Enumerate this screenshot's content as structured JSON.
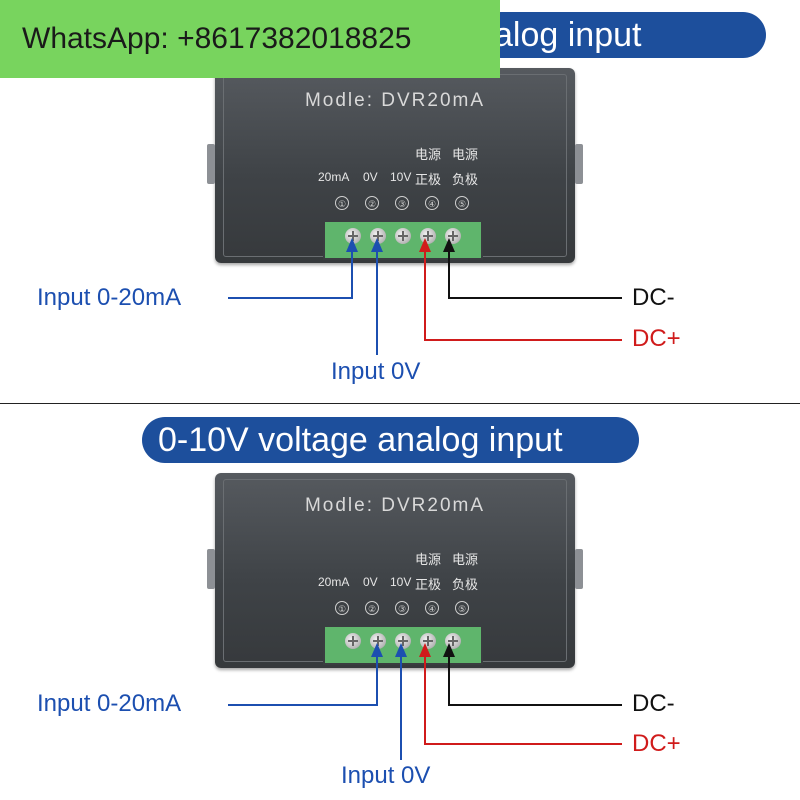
{
  "watermark": {
    "text": "WhatsApp: +8617382018825"
  },
  "panels": [
    {
      "banner": "alog input",
      "model": "Modle: DVR20mA",
      "cn_top": [
        "电源",
        "电源"
      ],
      "cn_bottom": [
        "正极",
        "负极"
      ],
      "terminals": [
        "20mA",
        "0V",
        "10V"
      ],
      "circles": [
        "①",
        "②",
        "③",
        "④",
        "⑤"
      ],
      "labels": {
        "input_ma": "Input 0-20mA",
        "input_0v": "Input 0V",
        "dc_minus": "DC-",
        "dc_plus": "DC+"
      }
    },
    {
      "banner": "0-10V voltage analog input",
      "model": "Modle: DVR20mA",
      "cn_top": [
        "电源",
        "电源"
      ],
      "cn_bottom": [
        "正极",
        "负极"
      ],
      "terminals": [
        "20mA",
        "0V",
        "10V"
      ],
      "circles": [
        "①",
        "②",
        "③",
        "④",
        "⑤"
      ],
      "labels": {
        "input_ma": "Input 0-20mA",
        "input_0v": "Input 0V",
        "dc_minus": "DC-",
        "dc_plus": "DC+"
      }
    }
  ],
  "colors": {
    "banner": "#1d4f9c",
    "blue_wire": "#1c4fb0",
    "red_wire": "#d01b1b",
    "black_wire": "#111111",
    "watermark": "#78d45e"
  }
}
